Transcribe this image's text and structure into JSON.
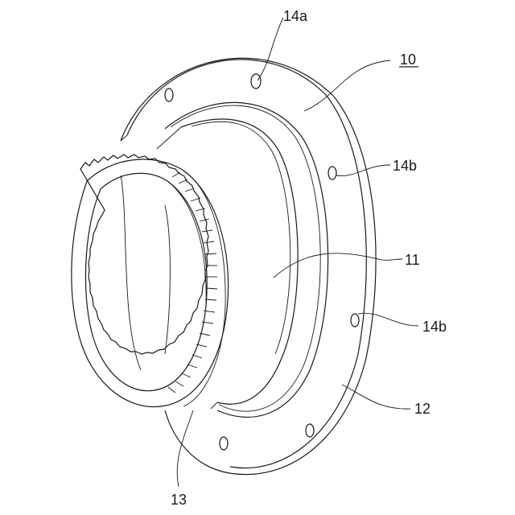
{
  "figure": {
    "labels": {
      "main_part": "10",
      "hub": "11",
      "flange": "12",
      "ring_gear": "13",
      "hole_a": "14a",
      "hole_b_upper": "14b",
      "hole_b_lower": "14b"
    }
  }
}
